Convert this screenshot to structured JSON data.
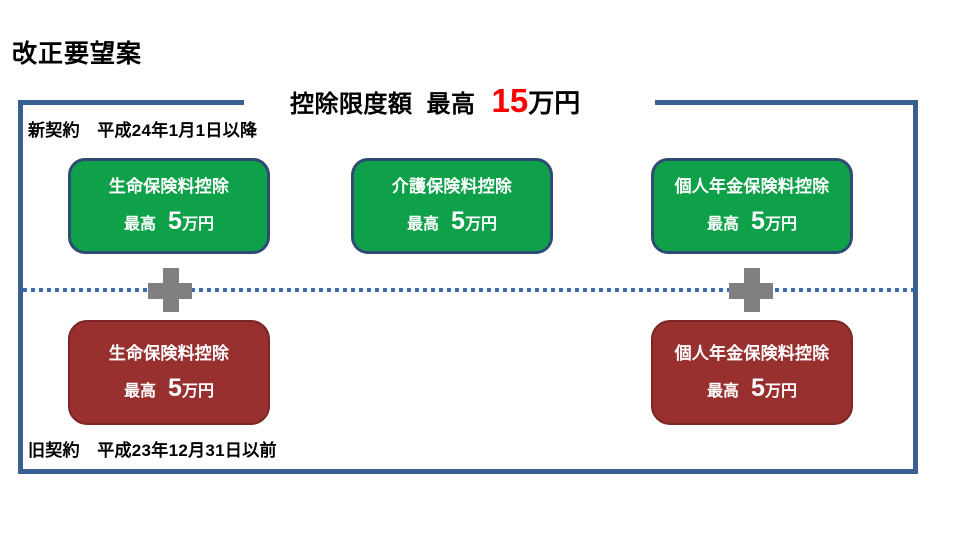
{
  "page_title": "改正要望案",
  "banner": {
    "label": "控除限度額",
    "max_word": "最高",
    "amount": "15",
    "unit": "万円",
    "amount_color": "#ff0000"
  },
  "captions": {
    "new_contract": "新契約　平成24年1月1日以降",
    "old_contract": "旧契約　平成23年12月31日以前"
  },
  "colors": {
    "frame": "#3a5f91",
    "green_fill": "#0fa04a",
    "green_border": "#2e4b74",
    "red_fill": "#97302f",
    "red_border": "#7b2524",
    "divider": "#3a6fb5",
    "plus": "#808080"
  },
  "new_contract_boxes": [
    {
      "title": "生命保険料控除",
      "amount_prefix": "最高",
      "amount_value": "5",
      "amount_unit": "万円"
    },
    {
      "title": "介護保険料控除",
      "amount_prefix": "最高",
      "amount_value": "5",
      "amount_unit": "万円"
    },
    {
      "title": "個人年金保険料控除",
      "amount_prefix": "最高",
      "amount_value": "5",
      "amount_unit": "万円"
    }
  ],
  "old_contract_boxes": [
    {
      "title": "生命保険料控除",
      "amount_prefix": "最高",
      "amount_value": "5",
      "amount_unit": "万円"
    },
    {
      "title": "個人年金保険料控除",
      "amount_prefix": "最高",
      "amount_value": "5",
      "amount_unit": "万円"
    }
  ],
  "plus_signs": [
    "plus-icon",
    "plus-icon"
  ],
  "chart_data": {
    "type": "diagram",
    "title": "改正要望案",
    "total_limit": {
      "label": "控除限度額 最高",
      "value": 15,
      "unit": "万円"
    },
    "groups": [
      {
        "name": "新契約　平成24年1月1日以降",
        "style": "green",
        "items": [
          {
            "label": "生命保険料控除",
            "value": 5,
            "unit": "万円"
          },
          {
            "label": "介護保険料控除",
            "value": 5,
            "unit": "万円"
          },
          {
            "label": "個人年金保険料控除",
            "value": 5,
            "unit": "万円"
          }
        ]
      },
      {
        "name": "旧契約　平成23年12月31日以前",
        "style": "red",
        "items": [
          {
            "label": "生命保険料控除",
            "value": 5,
            "unit": "万円"
          },
          {
            "label": "個人年金保険料控除",
            "value": 5,
            "unit": "万円"
          }
        ]
      }
    ]
  }
}
